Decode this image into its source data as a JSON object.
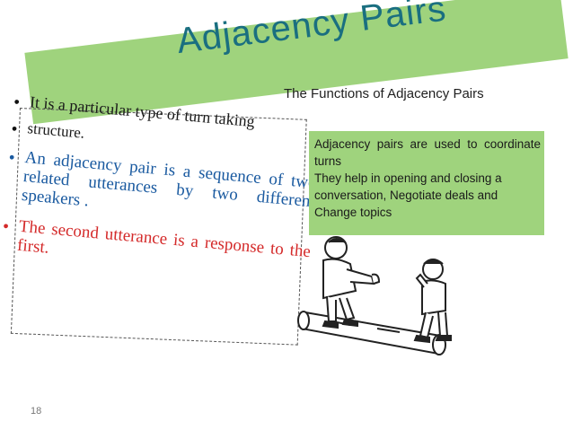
{
  "slide": {
    "title": "Adjacency Pairs",
    "subtitle": "The Functions of Adjacency Pairs",
    "bullets": [
      "It is a particular type of turn taking",
      "structure.",
      "An adjacency pair is a sequence of two related utterances by two different speakers .",
      "The second utterance is a response to the first."
    ],
    "info_lines": [
      "Adjacency pairs are used to coordinate turns",
      "They help in opening and closing a conversation, Negotiate deals and",
      "Change topics"
    ],
    "page_number": "18",
    "colors": {
      "banner": "#9fd37d",
      "title": "#1a6f80",
      "blue_bullet": "#1a5aa0",
      "red_bullet": "#d42a2a"
    }
  }
}
